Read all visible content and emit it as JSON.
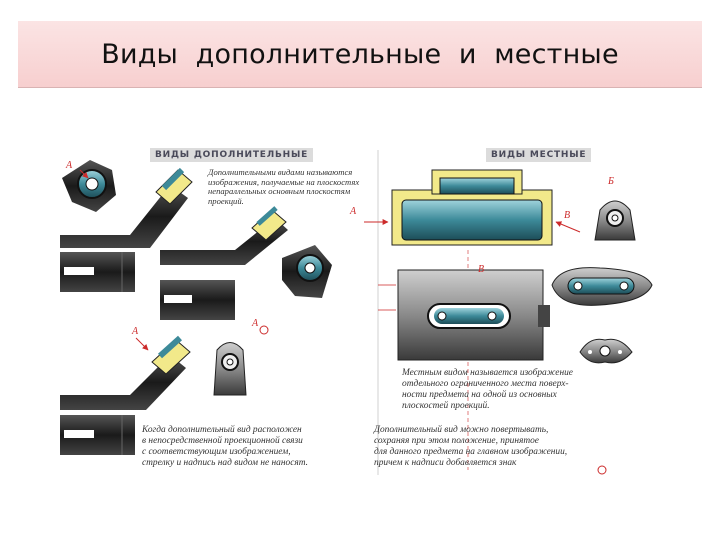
{
  "title": "Виды  дополнительные  и  местные",
  "labels": {
    "additional": "ВИДЫ ДОПОЛНИТЕЛЬНЫЕ",
    "local": "ВИДЫ МЕСТНЫЕ"
  },
  "notes": {
    "additional_def": [
      "Дополнительными видами называются",
      "изображения, получаемые на плоскостях",
      "непараллельных основным плоскостям",
      "проекций."
    ],
    "additional_adjacent": [
      "Когда дополнительный вид расположен",
      "в непосредственной проекционной связи",
      "с соответствующим изображением,",
      "стрелку и надпись над видом не наносят."
    ],
    "local_def": [
      "Местным видом называется изображение",
      "отдельного ограниченного места поверх-",
      "ности предмета на одной из основных",
      "плоскостей проекций."
    ],
    "local_rotate": [
      "Дополнительный вид можно повертывать,",
      "сохраняя при этом положение, принятое",
      "для данного предмета на главном изображении,",
      "причем к надписи добавляется знак"
    ]
  },
  "letters": {
    "a": "А",
    "b": "Б",
    "v": "В"
  },
  "colors": {
    "title_bg": "#f7cfcf",
    "part_teal": "#3d8a99",
    "part_yellow": "#f2e98a",
    "part_dark": "#222222",
    "arrow_red": "#cc2a2a"
  }
}
